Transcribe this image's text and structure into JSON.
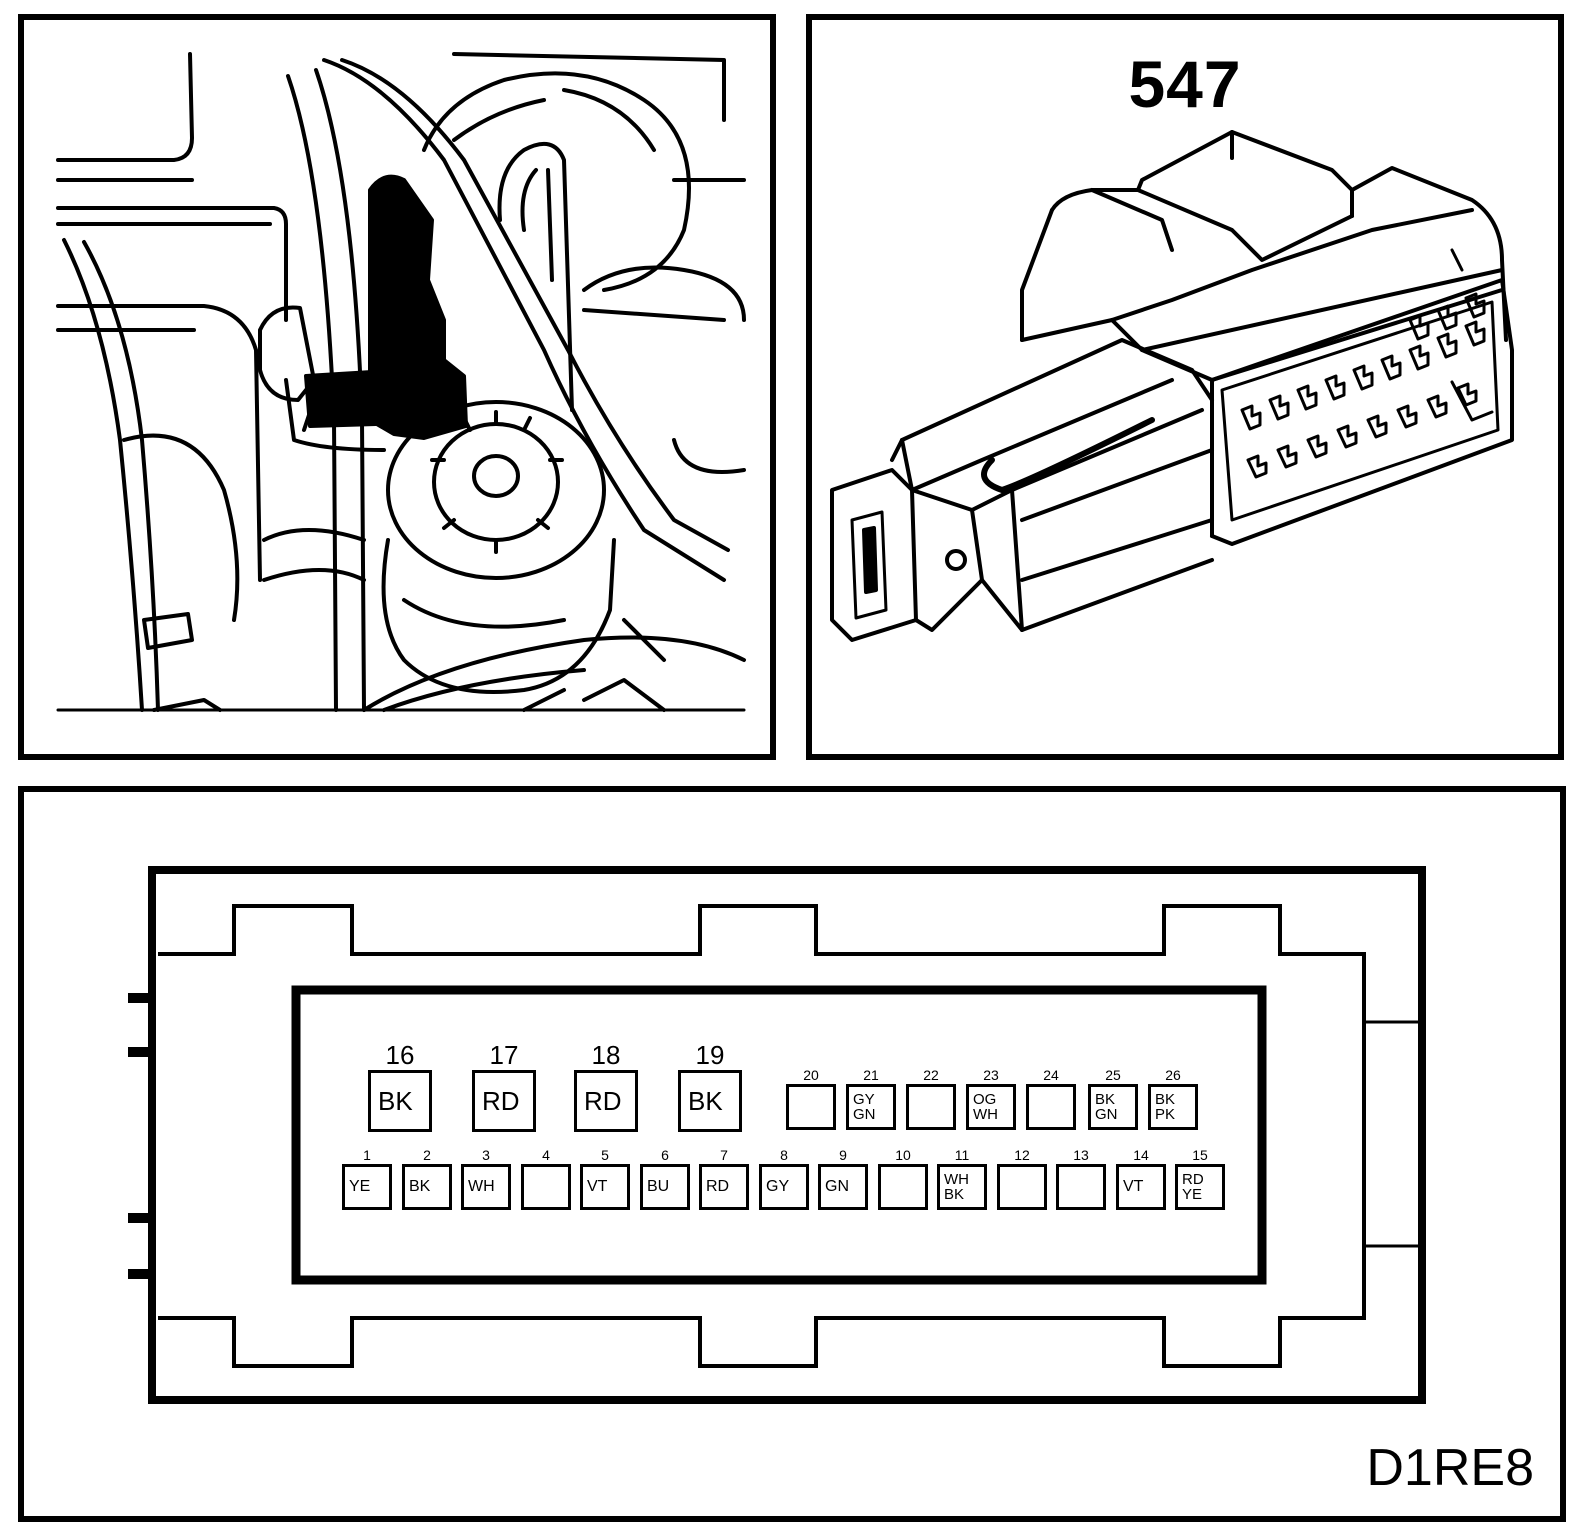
{
  "connector_id": "547",
  "diagram_code": "D1RE8",
  "pins_top_row": [
    {
      "number": "16",
      "colors": [
        "BK"
      ]
    },
    {
      "number": "17",
      "colors": [
        "RD"
      ]
    },
    {
      "number": "18",
      "colors": [
        "RD"
      ]
    },
    {
      "number": "19",
      "colors": [
        "BK"
      ]
    },
    {
      "number": "20",
      "colors": []
    },
    {
      "number": "21",
      "colors": [
        "GY",
        "GN"
      ]
    },
    {
      "number": "22",
      "colors": []
    },
    {
      "number": "23",
      "colors": [
        "OG",
        "WH"
      ]
    },
    {
      "number": "24",
      "colors": []
    },
    {
      "number": "25",
      "colors": [
        "BK",
        "GN"
      ]
    },
    {
      "number": "26",
      "colors": [
        "BK",
        "PK"
      ]
    }
  ],
  "pins_bottom_row": [
    {
      "number": "1",
      "colors": [
        "YE"
      ]
    },
    {
      "number": "2",
      "colors": [
        "BK"
      ]
    },
    {
      "number": "3",
      "colors": [
        "WH"
      ]
    },
    {
      "number": "4",
      "colors": []
    },
    {
      "number": "5",
      "colors": [
        "VT"
      ]
    },
    {
      "number": "6",
      "colors": [
        "BU"
      ]
    },
    {
      "number": "7",
      "colors": [
        "RD"
      ]
    },
    {
      "number": "8",
      "colors": [
        "GY"
      ]
    },
    {
      "number": "9",
      "colors": [
        "GN"
      ]
    },
    {
      "number": "10",
      "colors": []
    },
    {
      "number": "11",
      "colors": [
        "WH",
        "BK"
      ]
    },
    {
      "number": "12",
      "colors": []
    },
    {
      "number": "13",
      "colors": []
    },
    {
      "number": "14",
      "colors": [
        "VT"
      ]
    },
    {
      "number": "15",
      "colors": [
        "RD",
        "YE"
      ]
    }
  ]
}
